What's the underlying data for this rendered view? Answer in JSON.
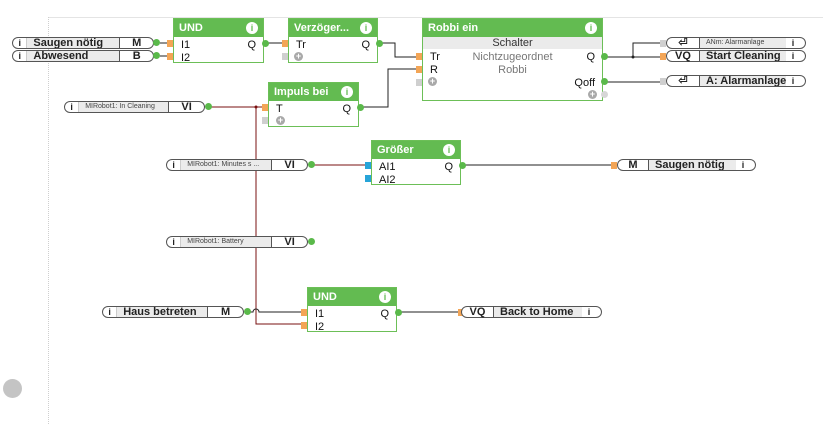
{
  "colors": {
    "block_header": "#63bb51",
    "pin_input": "#f3a556",
    "pin_analog": "#27a4d8",
    "pin_output": "#5ab94a",
    "wire": "#222222",
    "wire_highlight": "#7a1010"
  },
  "inputs": [
    {
      "id": "saugen",
      "label": "Saugen nötig",
      "type": "M",
      "icon": "info-icon"
    },
    {
      "id": "abwesend",
      "label": "Abwesend",
      "type": "B",
      "icon": "info-icon"
    },
    {
      "id": "incleaning",
      "label": "MIRobot1: In Cleaning",
      "type": "VI",
      "icon": "info-icon"
    },
    {
      "id": "minutes",
      "label": "MIRobot1:  Minutes s ...",
      "type": "VI",
      "icon": "info-icon"
    },
    {
      "id": "battery",
      "label": "MIRobot1: Battery",
      "type": "VI",
      "icon": "info-icon"
    },
    {
      "id": "haus",
      "label": "Haus betreten",
      "type": "M",
      "icon": "info-icon"
    }
  ],
  "blocks": {
    "und1": {
      "title": "UND",
      "in": [
        "I1",
        "I2"
      ],
      "out": [
        "Q"
      ]
    },
    "verz": {
      "title": "Verzöger...",
      "in": [
        "Tr"
      ],
      "out": [
        "Q"
      ]
    },
    "impuls": {
      "title": "Impuls bei",
      "in": [
        "T"
      ],
      "out": [
        "Q"
      ]
    },
    "robbi": {
      "title": "Robbi ein",
      "subtitle": "Schalter",
      "line2": "Nichtzugeordnet",
      "line3": "Robbi",
      "in": [
        "Tr",
        "R"
      ],
      "out": [
        "Q",
        "Qoff"
      ]
    },
    "groesser": {
      "title": "Größer",
      "in": [
        "AI1",
        "AI2"
      ],
      "out": [
        "Q"
      ]
    },
    "und2": {
      "title": "UND",
      "in": [
        "I1",
        "I2"
      ],
      "out": [
        "Q"
      ]
    }
  },
  "outputs": [
    {
      "id": "anm",
      "label": "ANm: Alarmanlage",
      "type": "⏎",
      "icon": "info-icon"
    },
    {
      "id": "start",
      "label": "Start Cleaning",
      "type": "VQ",
      "icon": "info-icon"
    },
    {
      "id": "alarm",
      "label": "A: Alarmanlage",
      "type": "⏎",
      "icon": "info-icon"
    },
    {
      "id": "saugen_out",
      "label": "Saugen nötig",
      "type": "M",
      "icon": "info-icon"
    },
    {
      "id": "back",
      "label": "Back to Home",
      "type": "VQ",
      "icon": "info-icon"
    }
  ],
  "info_glyph": "i",
  "plus_glyph": "+"
}
